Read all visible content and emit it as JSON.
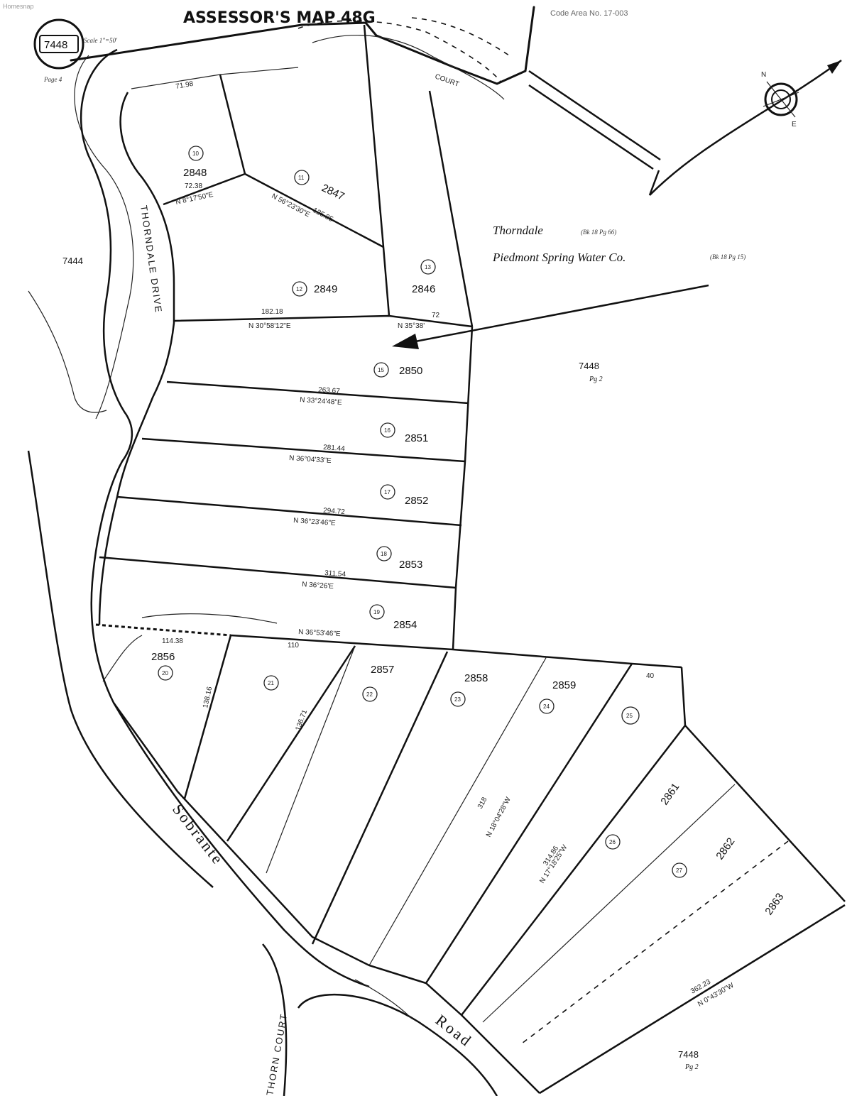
{
  "header": {
    "title": "ASSESSOR'S MAP 48G",
    "map_number": "7448",
    "scale": "Scale 1\"=50'",
    "page_ref": "Page 4",
    "code_area": "Code Area No. 17-003",
    "watermark": "Homesnap"
  },
  "references": {
    "neighbor_left": "7444",
    "neighbor_right": "7448",
    "neighbor_right_page": "Pg 2",
    "neighbor_bottom": "7448",
    "neighbor_bottom_page": "Pg 2"
  },
  "annotation": {
    "line1": "Thorndale",
    "line1_ref": "(Bk 18 Pg 66)",
    "line2": "Piedmont Spring Water Co.",
    "line2_ref": "(Bk 18 Pg 15)"
  },
  "streets": {
    "thorndale_drive": "THORNDALE DRIVE",
    "sobrante_road_a": "Sobrante",
    "sobrante_road_b": "Road",
    "thorn_court": "THORN COURT",
    "court_top": "COURT"
  },
  "lots": [
    {
      "number": "2846",
      "circle": "13"
    },
    {
      "number": "2847",
      "circle": "11"
    },
    {
      "number": "2848",
      "circle": "10"
    },
    {
      "number": "2849",
      "circle": "12"
    },
    {
      "number": "2850",
      "circle": "15"
    },
    {
      "number": "2851",
      "circle": "16"
    },
    {
      "number": "2852",
      "circle": "17"
    },
    {
      "number": "2853",
      "circle": "18"
    },
    {
      "number": "2854",
      "circle": "19"
    },
    {
      "number": "2856",
      "circle": "20"
    },
    {
      "number": "2857",
      "circle": "22"
    },
    {
      "number": "2858",
      "circle": "23"
    },
    {
      "number": "2859",
      "circle": "24"
    },
    {
      "number": "2861",
      "circle": "26"
    },
    {
      "number": "2862",
      "circle": "27"
    },
    {
      "number": "2863",
      "circle": ""
    }
  ],
  "unnumbered_lots": [
    {
      "circle": "21"
    },
    {
      "circle": "25"
    }
  ],
  "dimensions": {
    "d1": "72.38",
    "d2": "N 8°17'50\"E",
    "d3": "N 56°23'30\"E",
    "d4": "125.85",
    "d5": "182.18",
    "d6": "N 30°58'12\"E",
    "d7": "72",
    "d8": "N 35°38'",
    "d9": "263.67",
    "d10": "N 33°24'48\"E",
    "d11": "281.44",
    "d12": "N 36°04'33\"E",
    "d13": "294.72",
    "d14": "N 36°23'46\"E",
    "d15": "311.54",
    "d16": "N 36°26'E",
    "d17": "N 36°53'46\"E",
    "d18": "114.38",
    "d19": "110",
    "d20": "362.23",
    "d21": "N 0°43'30\"W",
    "d22": "71.98",
    "d23": "138.16",
    "d24": "136.71",
    "d25": "318",
    "d26": "N 18°04'28\"W",
    "d27": "314.86",
    "d28": "N 17°18'25\"W",
    "d29": "40"
  }
}
